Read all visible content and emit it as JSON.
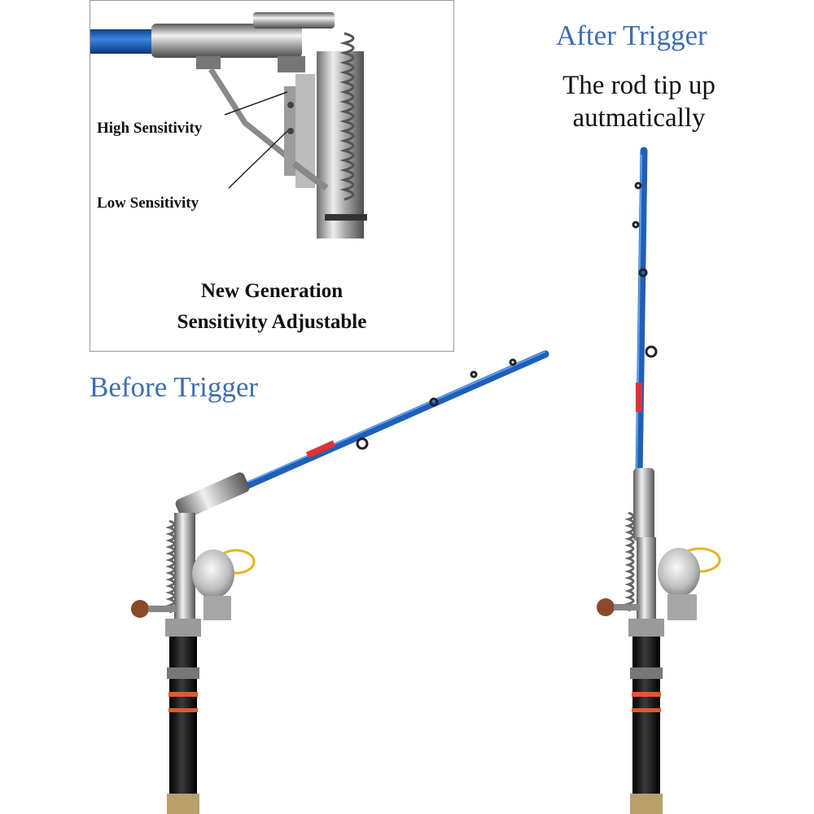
{
  "inset": {
    "callout_high": "High Sensitivity",
    "callout_low": "Low Sensitivity",
    "title_line1": "New Generation",
    "title_line2": "Sensitivity Adjustable"
  },
  "labels": {
    "before": "Before Trigger",
    "after": "After Trigger",
    "caption_line1": "The rod tip up",
    "caption_line2": "autmatically"
  },
  "colors": {
    "heading": "#3e6eb1",
    "rod_blue": "#1f5fb8",
    "handle_black": "#1a1a1a",
    "steel": "#b8b8b8",
    "accent_orange": "#e4572e",
    "knob_brown": "#8a4a2a",
    "line_gold": "#e6b422"
  }
}
